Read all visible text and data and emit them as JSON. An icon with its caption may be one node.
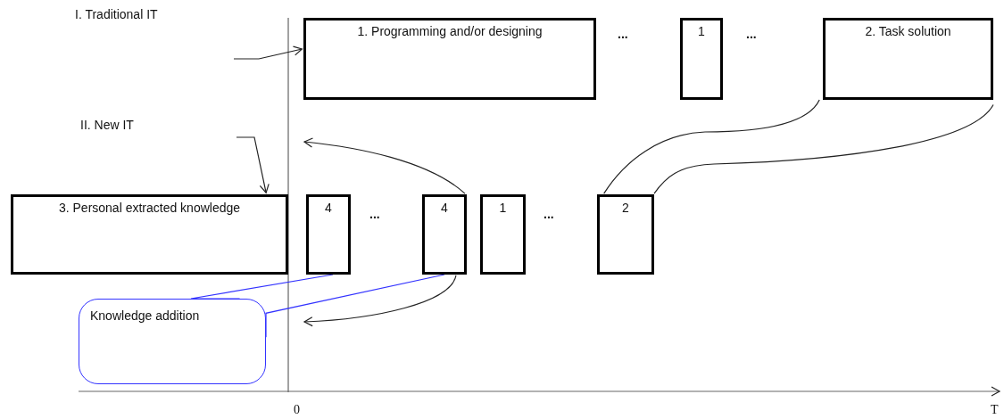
{
  "diagram": {
    "nodes": [
      {
        "text": [
          "1. Programming and/or designing"
        ]
      },
      {
        "text": [
          "1"
        ]
      },
      {
        "text": [
          "2. Task solution"
        ]
      },
      {
        "text": [
          "3. Personal extracted knowledge"
        ]
      },
      {
        "text": [
          "4"
        ]
      },
      {
        "text": [
          "4"
        ]
      },
      {
        "text": [
          "1"
        ]
      },
      {
        "text": [
          "2"
        ]
      },
      {
        "text": [
          "Knowledge addition"
        ]
      }
    ],
    "edges": [
      {
        "from": null,
        "to": 0,
        "arrow": "to"
      },
      {
        "from": null,
        "to": 3,
        "arrow": "to"
      },
      {
        "from": 5,
        "to": null,
        "arrow": "to"
      },
      {
        "from": 5,
        "to": null,
        "arrow": "to"
      },
      {
        "from": 2,
        "to": 7,
        "arrow": "none"
      },
      {
        "from": 2,
        "to": 7,
        "arrow": "none"
      },
      {
        "from": 8,
        "to": 4,
        "arrow": "none",
        "color": "#3333ff"
      },
      {
        "from": 8,
        "to": 5,
        "arrow": "none",
        "color": "#3333ff"
      }
    ],
    "labels": [
      "I. Traditional IT",
      "...",
      "...",
      "II. New IT",
      "...",
      "...",
      "0",
      "T"
    ]
  }
}
